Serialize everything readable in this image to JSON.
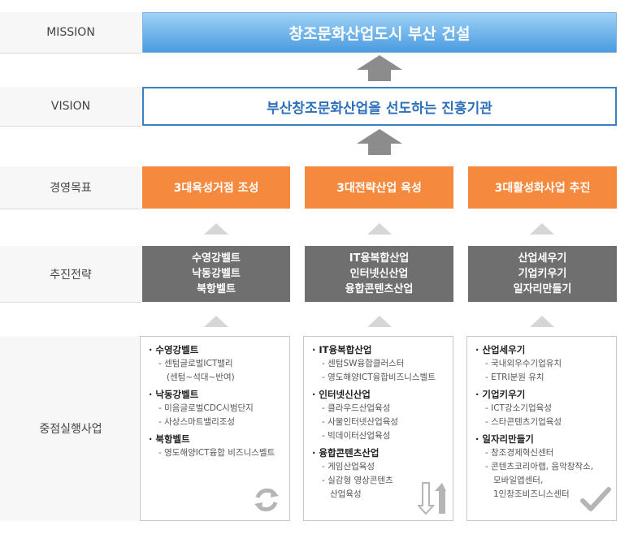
{
  "rows": {
    "mission": "MISSION",
    "vision": "VISION",
    "goals": "경영목표",
    "strategy": "추진전략",
    "projects": "중점실행사업"
  },
  "mission_text": "창조문화산업도시 부산 건설",
  "vision_text": "부산창조문화산업을 선도하는 진흥기관",
  "goals": [
    "3대육성거점 조성",
    "3대전략산업 육성",
    "3대활성화사업 추진"
  ],
  "strategies": [
    [
      "수영강벨트",
      "낙동강벨트",
      "북항벨트"
    ],
    [
      "IT융복합산업",
      "인터넷신산업",
      "융합콘텐츠산업"
    ],
    [
      "산업세우기",
      "기업키우기",
      "일자리만들기"
    ]
  ],
  "projects": [
    {
      "groups": [
        {
          "title": "· 수영강벨트",
          "items": [
            "- 센텀글로벌ICT밸리",
            "(센텀~석대~반여)"
          ]
        },
        {
          "title": "· 낙동강벨트",
          "items": [
            "- 미음글로벌CDC시범단지",
            "- 사상스마트밸리조성"
          ]
        },
        {
          "title": "· 북항벨트",
          "items": [
            "- 영도해양ICT융합 비즈니스벨트"
          ]
        }
      ],
      "icon": "refresh-icon"
    },
    {
      "groups": [
        {
          "title": "· IT융복합산업",
          "items": [
            "- 센텀SW융합클러스터",
            "- 영도해양ICT융합비즈니스벨트"
          ]
        },
        {
          "title": "· 인터넷신산업",
          "items": [
            "- 클라우드산업육성",
            "- 사물인터넷산업육성",
            "- 빅데이터산업육성"
          ]
        },
        {
          "title": "· 융합콘텐츠산업",
          "items": [
            "- 게임산업육성",
            "- 실감형 영상콘텐츠",
            "산업육성"
          ]
        }
      ],
      "icon": "up-down-arrows-icon"
    },
    {
      "groups": [
        {
          "title": "· 산업세우기",
          "items": [
            "- 국내외우수기업유치",
            "- ETRI분원 유치"
          ]
        },
        {
          "title": "· 기업키우기",
          "items": [
            "- ICT강소기업육성",
            "- 스타콘텐츠기업육성"
          ]
        },
        {
          "title": "· 일자리만들기",
          "items": [
            "- 창조경제혁신센터",
            "- 콘텐츠코리아랩, 음악창작소,",
            "모바일앱센터,",
            "1인창조비즈니스센터"
          ]
        }
      ],
      "icon": "check-icon"
    }
  ],
  "colors": {
    "mission_blue": "#4a9be0",
    "goal_orange": "#f58a3f",
    "strategy_gray": "#6f6f6f"
  }
}
